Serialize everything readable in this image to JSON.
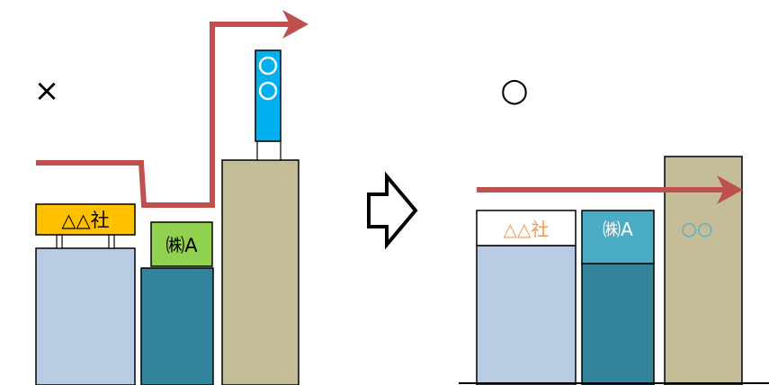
{
  "before": {
    "verdict": "×",
    "sign_triangle": "△△社",
    "sign_company_a": "㈱A",
    "rooftop_sign_text": "○○"
  },
  "after": {
    "verdict": "○",
    "sign_triangle": "△△社",
    "sign_company_a": "㈱A",
    "sign_circles": "○○"
  },
  "colors": {
    "line": "#c0504d",
    "building_light_blue": "#b8cce4",
    "building_teal": "#31849b",
    "building_khaki": "#c4bd97",
    "sign_orange": "#ffc000",
    "sign_green": "#92d050",
    "sign_teal": "#4bacc6",
    "sign_blue": "#00b0f0",
    "text_orange": "#f79646",
    "text_cyan": "#4bacc6"
  }
}
